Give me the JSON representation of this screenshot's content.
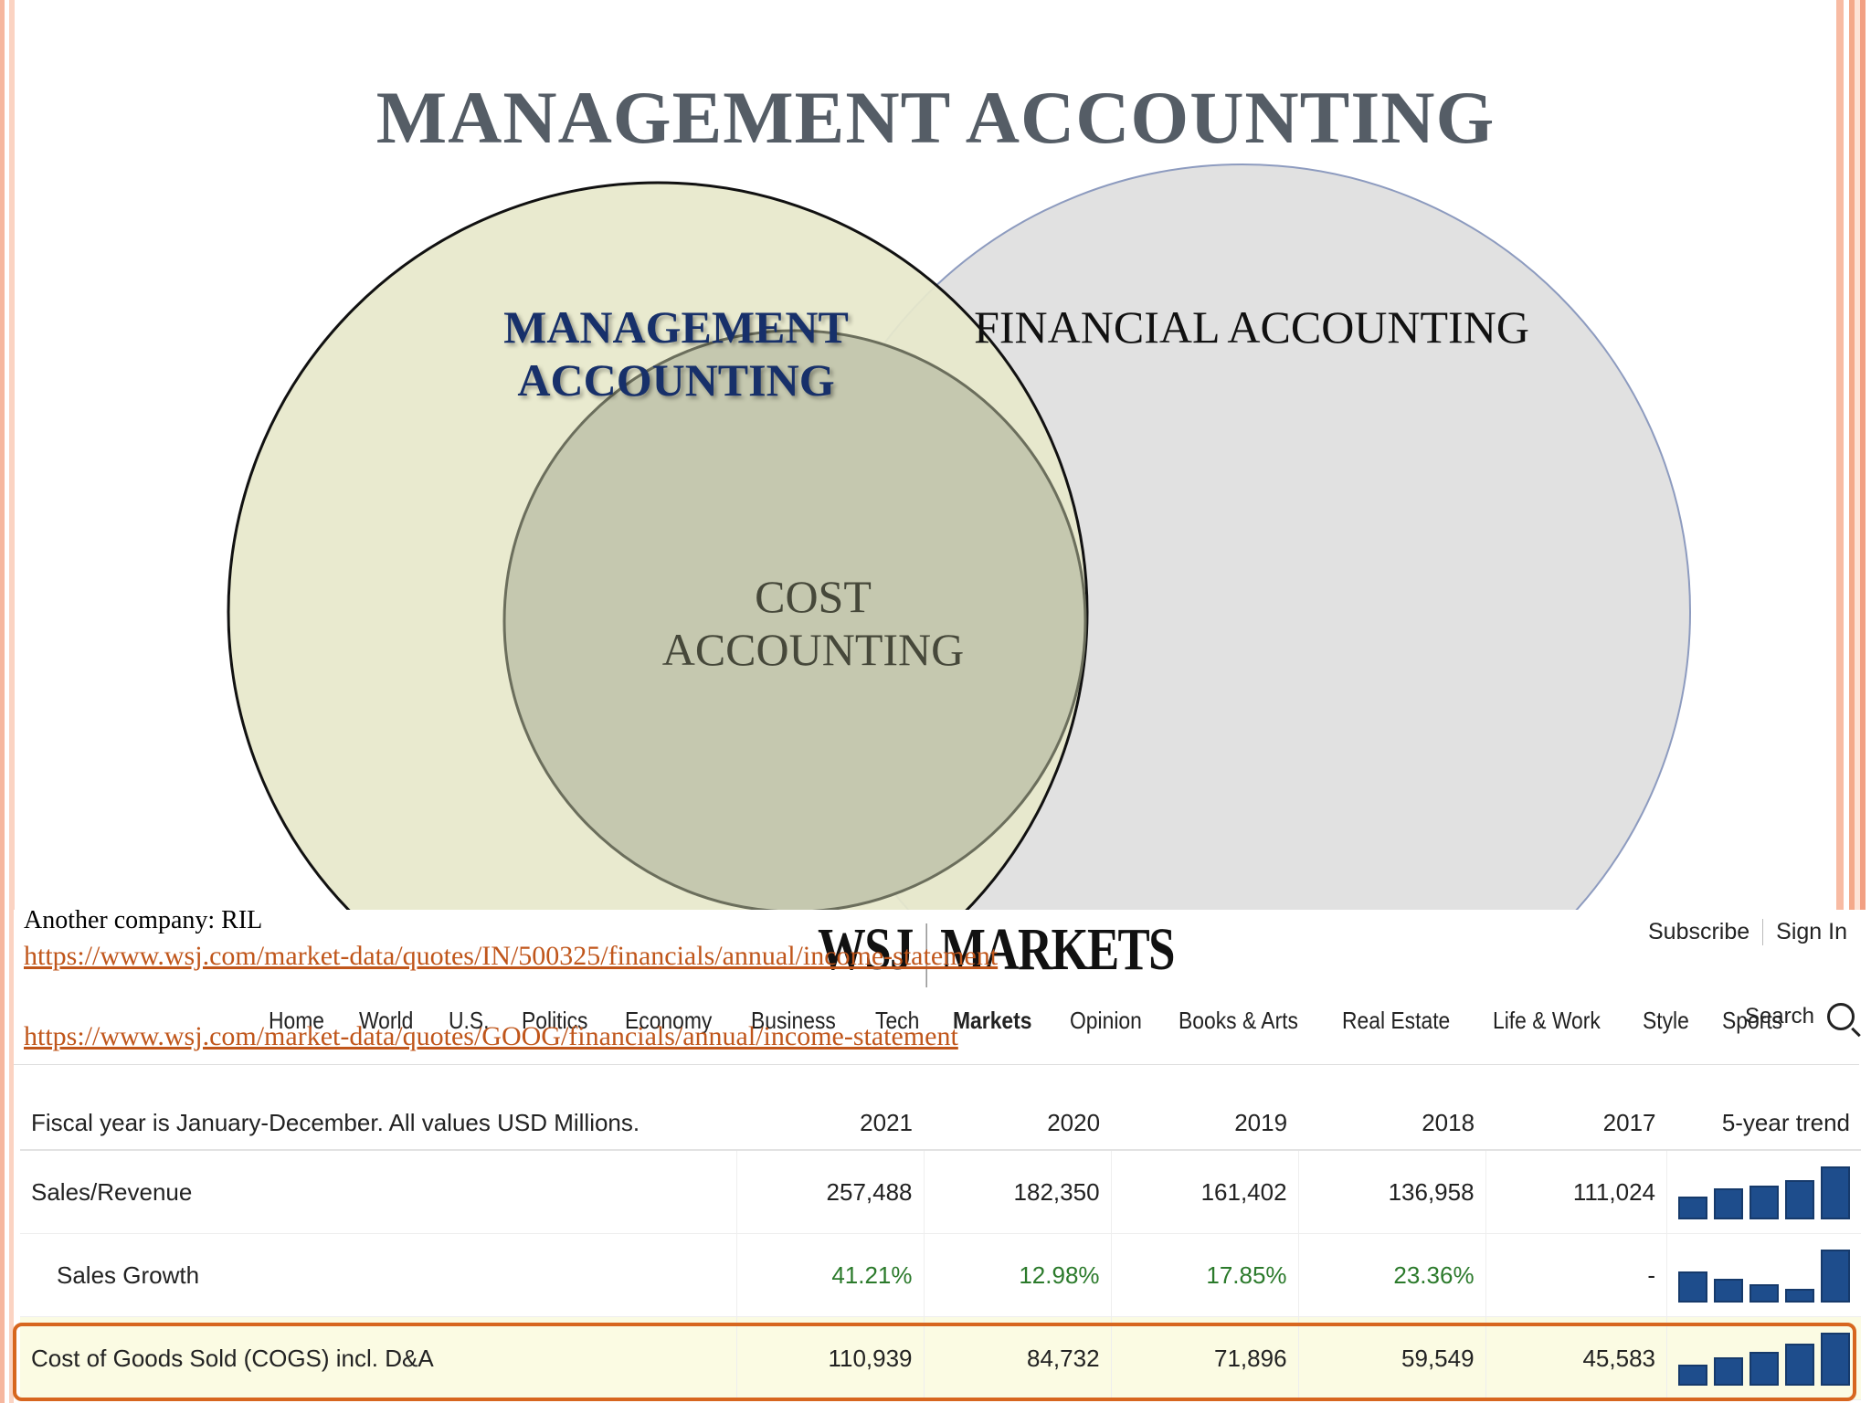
{
  "slide": {
    "title": "MANAGEMENT ACCOUNTING",
    "venn_labels": {
      "management": "MANAGEMENT ACCOUNTING",
      "financial": "FINANCIAL ACCOUNTING",
      "cost": "COST ACCOUNTING"
    }
  },
  "notes": {
    "company_line": "Another company: RIL",
    "link_ril": "https://www.wsj.com/market-data/quotes/IN/500325/financials/annual/income-statement",
    "link_goog": "https://www.wsj.com/market-data/quotes/GOOG/financials/annual/income-statement"
  },
  "wsj": {
    "logo_left": "WSJ",
    "logo_right": "MARKETS",
    "subscribe": "Subscribe",
    "sign_in": "Sign In",
    "nav": [
      "Home",
      "World",
      "U.S.",
      "Politics",
      "Economy",
      "Business",
      "Tech",
      "Markets",
      "Opinion",
      "Books & Arts",
      "Real Estate",
      "Life & Work",
      "Style",
      "Sports"
    ],
    "active_nav": "Markets",
    "search": "Search",
    "table": {
      "header_note": "Fiscal year is January-December. All values USD Millions.",
      "years": [
        "2021",
        "2020",
        "2019",
        "2018",
        "2017"
      ],
      "trend_header": "5-year trend",
      "rows": [
        {
          "label": "Sales/Revenue",
          "values": [
            "257,488",
            "182,350",
            "161,402",
            "136,958",
            "111,024"
          ],
          "trend": [
            0.38,
            0.55,
            0.62,
            0.72,
            1.0
          ]
        },
        {
          "label": "Sales Growth",
          "values": [
            "41.21%",
            "12.98%",
            "17.85%",
            "23.36%",
            "-"
          ],
          "trend": [
            0.55,
            0.4,
            0.3,
            0.2,
            1.0
          ]
        },
        {
          "label": "Cost of Goods Sold (COGS) incl. D&A",
          "values": [
            "110,939",
            "84,732",
            "71,896",
            "59,549",
            "45,583"
          ],
          "trend": [
            0.35,
            0.5,
            0.62,
            0.78,
            1.0
          ]
        }
      ]
    }
  },
  "colors": {
    "highlight_border": "#d7661f",
    "trend_bar": "#1e4d8c",
    "growth_text": "#2b7a2b"
  }
}
